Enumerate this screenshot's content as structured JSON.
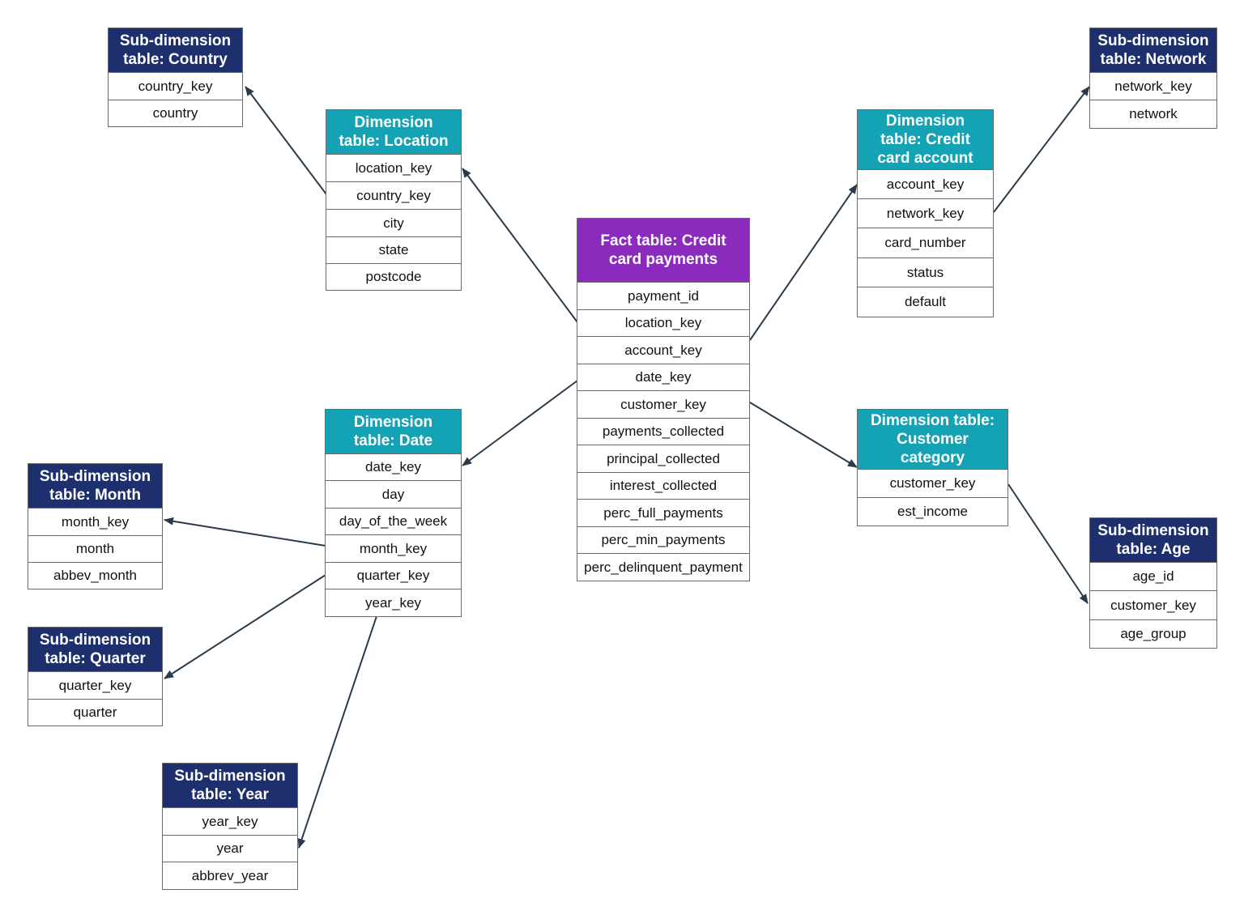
{
  "tables": {
    "country": {
      "title": "Sub-dimension\ntable: Country",
      "fields": [
        "country_key",
        "country"
      ],
      "kind": "sub"
    },
    "location": {
      "title": "Dimension\ntable: Location",
      "fields": [
        "location_key",
        "country_key",
        "city",
        "state",
        "postcode"
      ],
      "kind": "dim"
    },
    "fact": {
      "title": "Fact table: Credit\ncard payments",
      "fields": [
        "payment_id",
        "location_key",
        "account_key",
        "date_key",
        "customer_key",
        "payments_collected",
        "principal_collected",
        "interest_collected",
        "perc_full_payments",
        "perc_min_payments",
        "perc_delinquent_payment"
      ],
      "kind": "fact"
    },
    "account": {
      "title": "Dimension\ntable: Credit\ncard account",
      "fields": [
        "account_key",
        "network_key",
        "card_number",
        "status",
        "default"
      ],
      "kind": "dim"
    },
    "network": {
      "title": "Sub-dimension\ntable:  Network",
      "fields": [
        "network_key",
        "network"
      ],
      "kind": "sub"
    },
    "date": {
      "title": "Dimension\ntable: Date",
      "fields": [
        "date_key",
        "day",
        "day_of_the_week",
        "month_key",
        "quarter_key",
        "year_key"
      ],
      "kind": "dim"
    },
    "customer": {
      "title": "Dimension table:\nCustomer\ncategory",
      "fields": [
        "customer_key",
        "est_income"
      ],
      "kind": "dim"
    },
    "month": {
      "title": "Sub-dimension\ntable: Month",
      "fields": [
        "month_key",
        "month",
        "abbev_month"
      ],
      "kind": "sub"
    },
    "quarter": {
      "title": "Sub-dimension\ntable: Quarter",
      "fields": [
        "quarter_key",
        "quarter"
      ],
      "kind": "sub"
    },
    "year": {
      "title": "Sub-dimension\ntable: Year",
      "fields": [
        "year_key",
        "year",
        "abbrev_year"
      ],
      "kind": "sub"
    },
    "age": {
      "title": "Sub-dimension\ntable:  Age",
      "fields": [
        "age_id",
        "customer_key",
        "age_group"
      ],
      "kind": "sub"
    }
  },
  "colors": {
    "sub_header": "#1e2f6e",
    "dimension_header": "#14a3b5",
    "fact_header": "#8b2bbd",
    "connector": "#2b3a4a"
  }
}
